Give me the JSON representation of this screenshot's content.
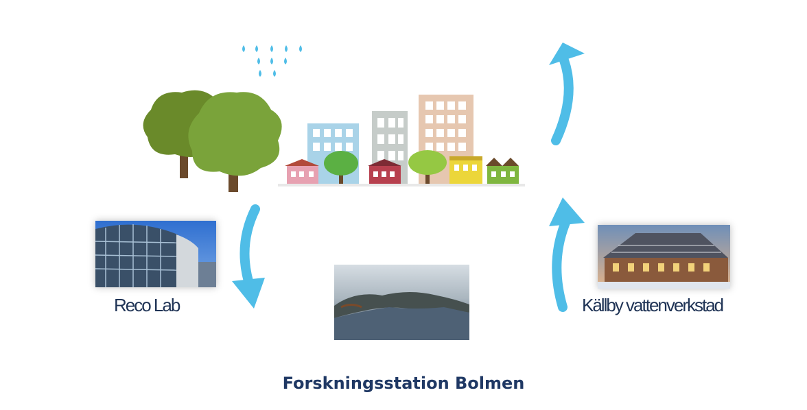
{
  "labels": {
    "left": "Reco Lab",
    "right": "Källby vattenverkstad",
    "bottom": "Forskningsstation Bolmen"
  },
  "colors": {
    "arrow": "#4fbde7",
    "rain": "#4fbde7",
    "text_dark": "#1f3355",
    "title": "#1f3864"
  },
  "icons": [
    "rain-icon",
    "tree-icon",
    "building-icon",
    "house-icon",
    "cycle-arrow-icon"
  ]
}
